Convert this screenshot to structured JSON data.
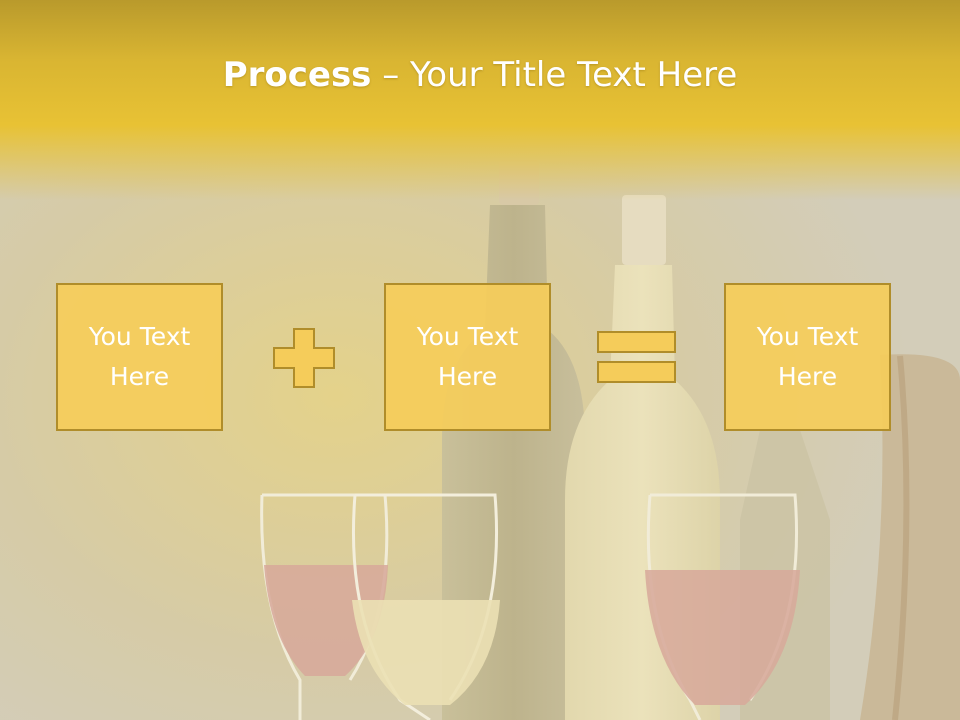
{
  "slide": {
    "title_bold": "Process",
    "title_rest": " – Your Title Text Here",
    "boxes": [
      {
        "text": "You Text Here"
      },
      {
        "text": "You Text Here"
      },
      {
        "text": "You Text Here"
      }
    ],
    "operators": [
      "plus-icon",
      "equals-icon"
    ],
    "background_image": "wine-bottles-and-glasses",
    "colors": {
      "title_band": "#e8c234",
      "box_fill": "#f5cc5a",
      "box_border": "#b08d2a",
      "text": "#ffffff"
    }
  }
}
